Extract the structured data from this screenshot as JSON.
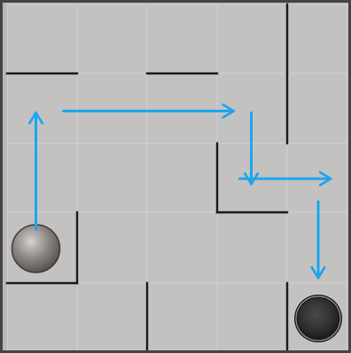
{
  "game": {
    "type": "sliding-ball-maze",
    "grid": {
      "rows": 5,
      "cols": 5
    },
    "colors": {
      "board_bg": "#b9b7b6",
      "tile": "#c4c2c1",
      "grid_line": "#d4d2d1",
      "wall": "#1b1b1b",
      "frame": "#444444",
      "arrow": "#1ba6ef",
      "ball_start": "#8d8785",
      "ball_goal": "#2b2b2b"
    },
    "walls": [
      {
        "axis": "h",
        "row": 1,
        "col": 0
      },
      {
        "axis": "h",
        "row": 1,
        "col": 2
      },
      {
        "axis": "v",
        "col": 4,
        "row": 0
      },
      {
        "axis": "v",
        "col": 4,
        "row": 1
      },
      {
        "axis": "v",
        "col": 3,
        "row": 2
      },
      {
        "axis": "h",
        "row": 3,
        "col": 3
      },
      {
        "axis": "v",
        "col": 1,
        "row": 3
      },
      {
        "axis": "h",
        "row": 4,
        "col": 0
      },
      {
        "axis": "v",
        "col": 2,
        "row": 4
      },
      {
        "axis": "v",
        "col": 4,
        "row": 4
      }
    ],
    "start_ball": {
      "row": 3,
      "col": 0,
      "icon": "start-ball-icon"
    },
    "goal_hole": {
      "row": 4,
      "col": 4,
      "icon": "goal-hole-icon"
    },
    "path_moves": [
      {
        "direction": "up",
        "from": [
          3,
          0
        ],
        "to": [
          1,
          0
        ]
      },
      {
        "direction": "right",
        "from": [
          1,
          0
        ],
        "to": [
          1,
          3
        ]
      },
      {
        "direction": "down",
        "from": [
          1,
          3
        ],
        "to": [
          2,
          3
        ]
      },
      {
        "direction": "right",
        "from": [
          2,
          3
        ],
        "to": [
          2,
          4
        ]
      },
      {
        "direction": "down",
        "from": [
          2,
          4
        ],
        "to": [
          4,
          4
        ]
      }
    ]
  }
}
